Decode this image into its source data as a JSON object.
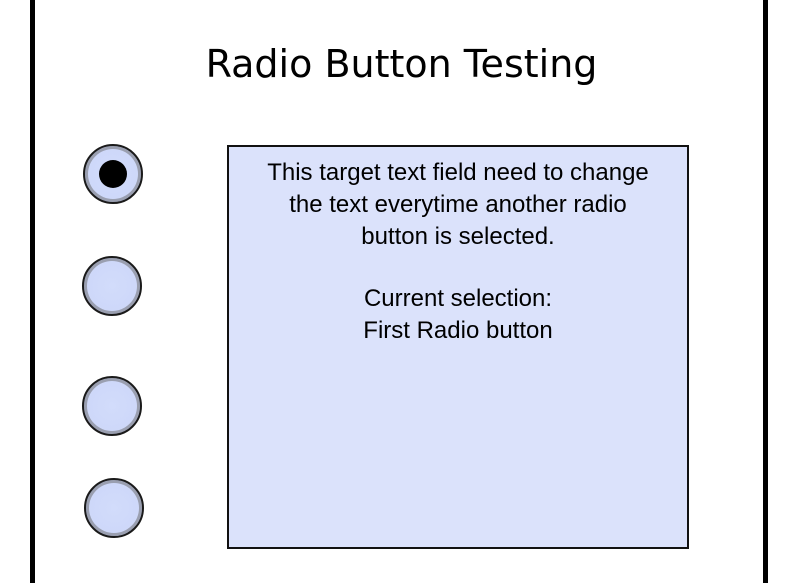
{
  "title": "Radio Button Testing",
  "radios": [
    {
      "name": "radio-1",
      "selected": true
    },
    {
      "name": "radio-2",
      "selected": false
    },
    {
      "name": "radio-3",
      "selected": false
    },
    {
      "name": "radio-4",
      "selected": false
    }
  ],
  "target_text": {
    "line1": "This target text field need to change",
    "line2": "the text everytime another radio",
    "line3": "button is selected.",
    "selection_label": "Current selection:",
    "selection_value": "First Radio button"
  },
  "colors": {
    "radio_fill": "#cbd5f8",
    "textbox_fill": "#dbe2fb"
  }
}
